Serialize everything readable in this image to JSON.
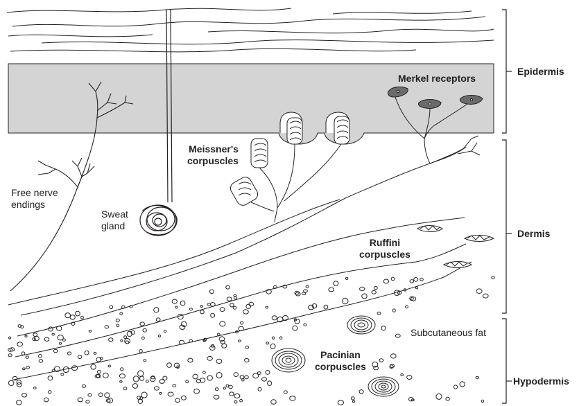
{
  "labels": {
    "merkel": "Merkel receptors",
    "meissner": [
      "Meissner's",
      "corpuscles"
    ],
    "free_nerve": [
      "Free nerve",
      "endings"
    ],
    "sweat": [
      "Sweat",
      "gland"
    ],
    "ruffini": [
      "Ruffini",
      "corpuscles"
    ],
    "subcutaneous": "Subcutaneous fat",
    "pacinian": [
      "Pacinian",
      "corpuscles"
    ]
  },
  "layers": {
    "epidermis": "Epidermis",
    "dermis": "Dermis",
    "hypodermis": "Hypodermis"
  },
  "colors": {
    "epidermis_fill": "#d4d4d4",
    "line": "#231f20",
    "background": "#ffffff"
  }
}
